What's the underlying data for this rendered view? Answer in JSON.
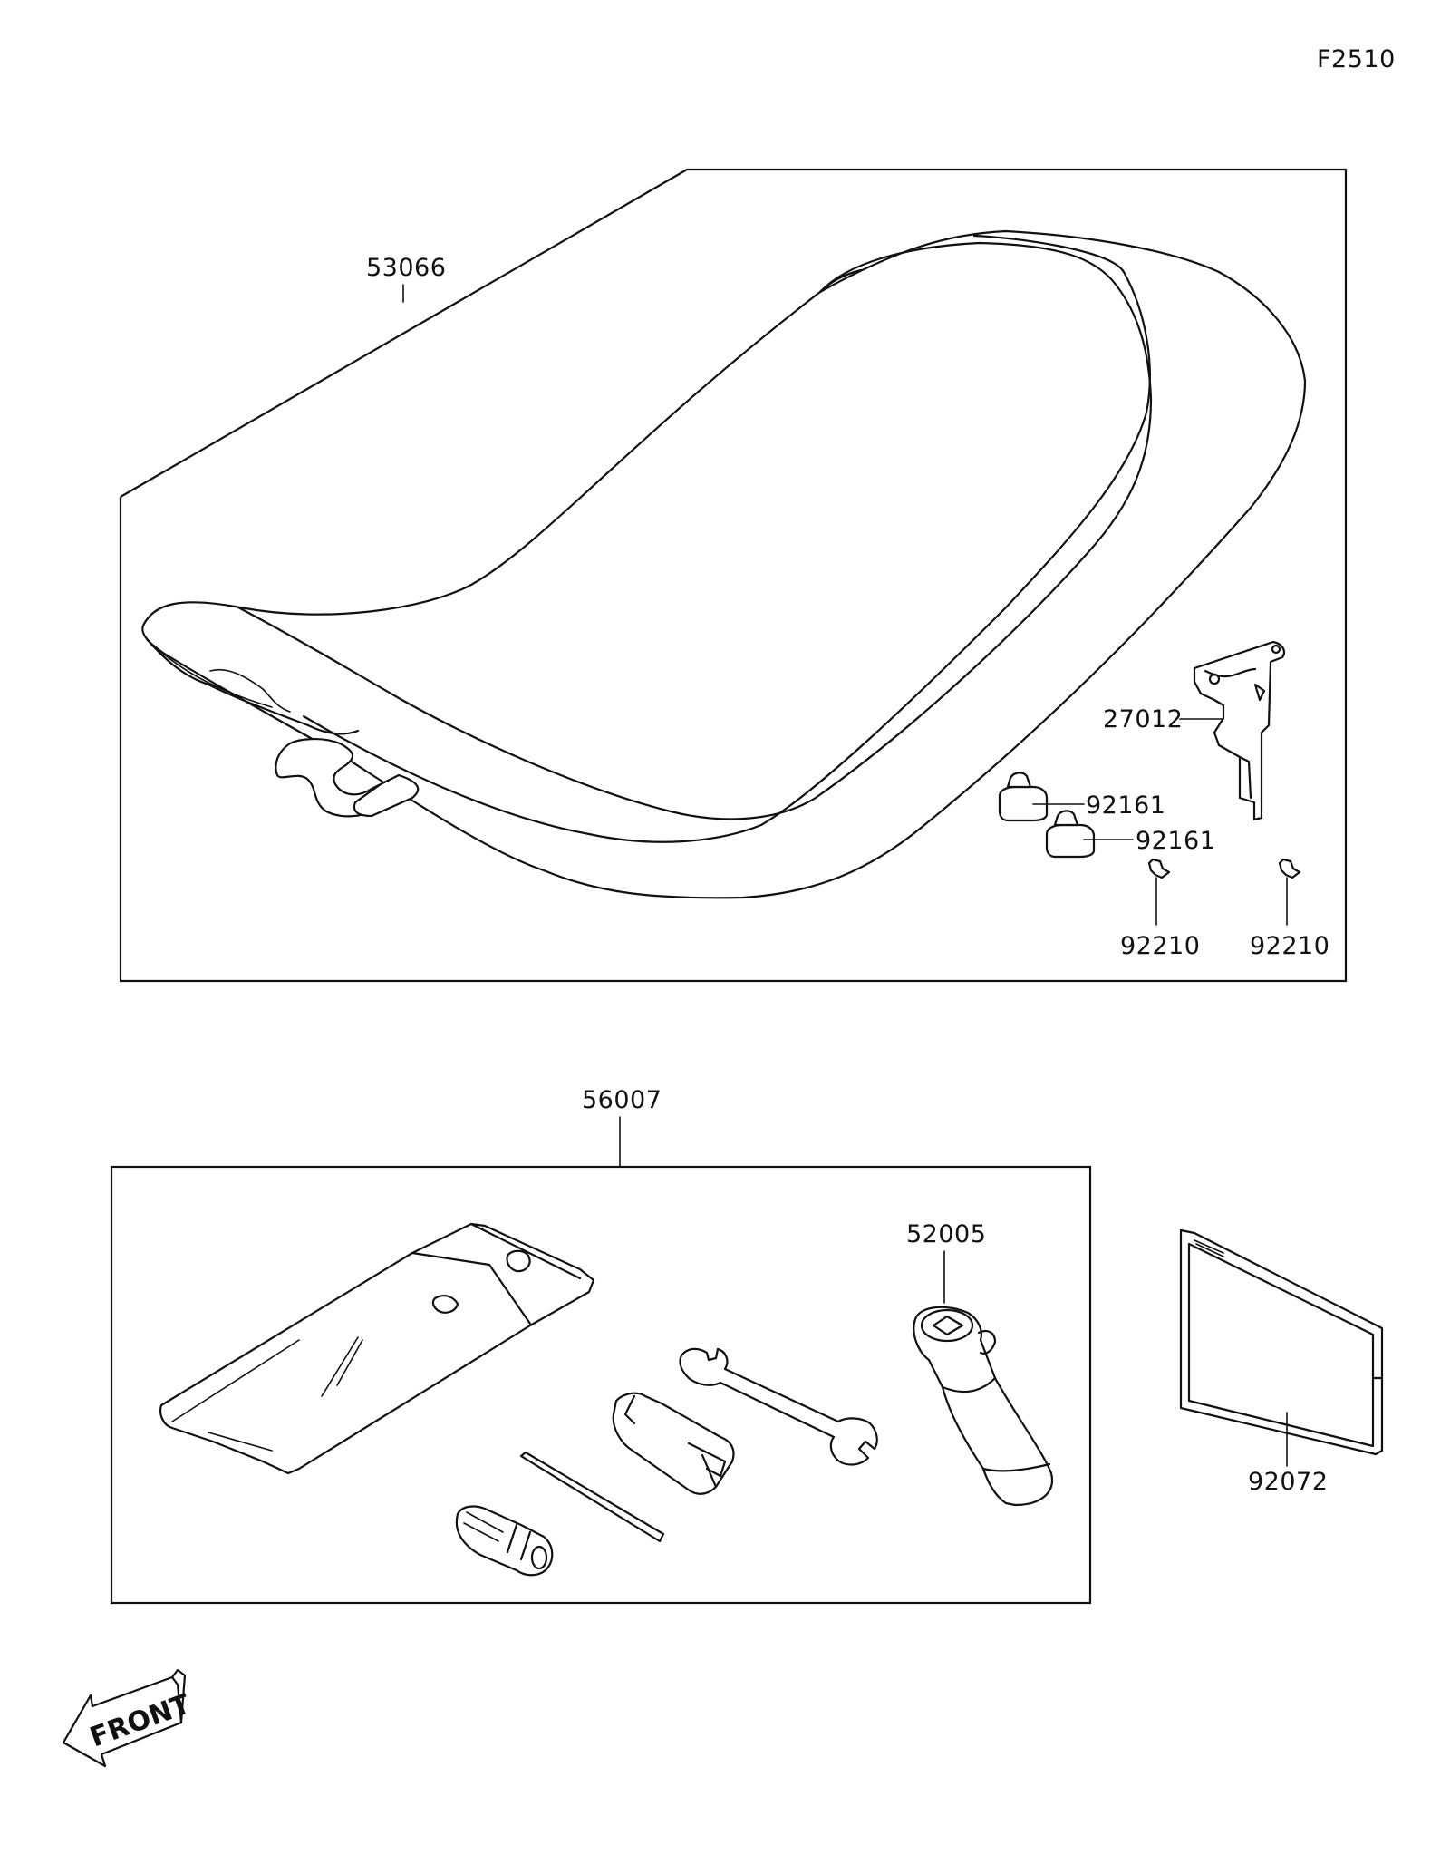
{
  "figure_code": "F2510",
  "parts": {
    "seat": "53066",
    "seat_hook": "27012",
    "damper_upper": "92161",
    "damper_lower": "92161",
    "clip_left": "92210",
    "clip_right": "92210",
    "tool_kit": "56007",
    "plug_wrench": "52005",
    "manual_bag": "92072"
  },
  "front_arrow": "FRONT"
}
